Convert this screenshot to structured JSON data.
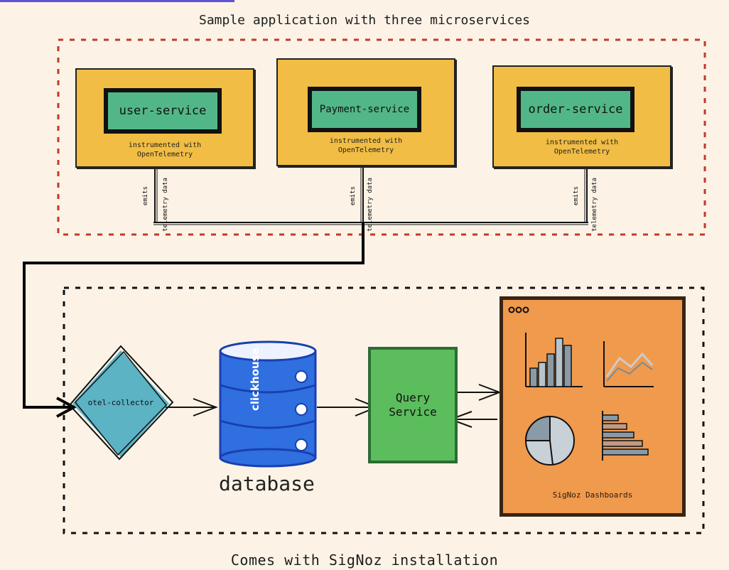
{
  "titles": {
    "top": "Sample application with three microservices",
    "bottom": "Comes with SigNoz installation"
  },
  "services": [
    {
      "name": "user-service",
      "instrumented": "instrumented with",
      "otel": "OpenTelemetry"
    },
    {
      "name": "Payment-service",
      "instrumented": "instrumented with",
      "otel": "OpenTelemetry"
    },
    {
      "name": "order-service",
      "instrumented": "instrumented with",
      "otel": "OpenTelemetry"
    }
  ],
  "edge_labels": {
    "emits": "emits",
    "telemetry": "telemetry data"
  },
  "collector": {
    "label": "otel-collector"
  },
  "database": {
    "engine": "clickhouse",
    "label": "database"
  },
  "query": {
    "label_line1": "Query",
    "label_line2": "Service"
  },
  "dashboard": {
    "title": "SigNoz Dashboards"
  },
  "colors": {
    "background": "#fcf3e6",
    "service_card": "#f1bd44",
    "service_name": "#52b788",
    "collector": "#5bb3c4",
    "database": "#2f6fe0",
    "query_service": "#5bbd5c",
    "dashboard": "#f09a4d",
    "app_border": "#c0392b"
  }
}
